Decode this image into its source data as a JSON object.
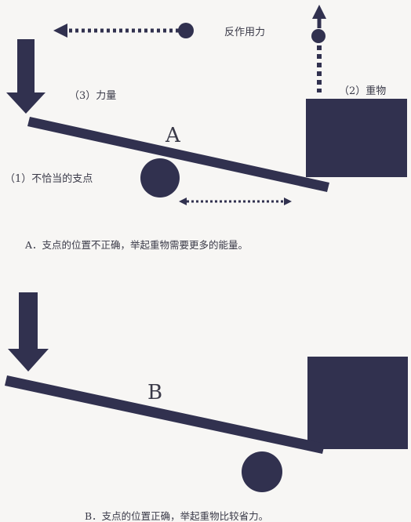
{
  "colors": {
    "ink": "#31314f",
    "text": "#3a3a48",
    "background": "#f7f6f4"
  },
  "panel_a": {
    "reaction_label": "反作用力",
    "effort_label": "（3）力量",
    "load_label": "（2）重物",
    "fulcrum_label": "（1）不恰当的支点",
    "lever_letter": "A",
    "caption": "A．支点的位置不正确，举起重物需要更多的能量。"
  },
  "panel_b": {
    "lever_letter": "B",
    "caption": "B．支点的位置正确，举起重物比较省力。"
  }
}
